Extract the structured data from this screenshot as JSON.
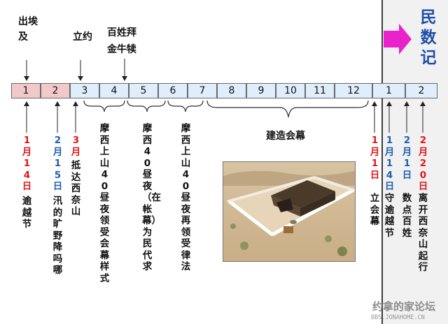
{
  "title": "民数记",
  "timeline": {
    "months": [
      "1",
      "2",
      "3",
      "4",
      "5",
      "6",
      "7",
      "8",
      "9",
      "10",
      "11",
      "12"
    ],
    "next_year_months": [
      "1",
      "2"
    ]
  },
  "top_labels": {
    "exodus": "出埃及",
    "covenant": "立约",
    "golden_calf_line1": "百姓拜",
    "golden_calf_line2": "金牛犊"
  },
  "dates": {
    "passover_date": "1月14日",
    "manna_date": "2月15日",
    "sinai_arrival_date": "3月",
    "tabernacle_setup_date": "1月1日",
    "second_passover_date": "1月14日",
    "census_date": "2月1日",
    "depart_date": "2月20日"
  },
  "events": {
    "passover": "逾越节",
    "manna": "汛的旷野 降吗哪",
    "sinai_arrival": "抵达西奈山",
    "moses_first_40": "摩西上山40昼夜 领受会幕样式",
    "moses_second_40": "摩西40昼夜（在帐幕）为民代求",
    "moses_third_40": "摩西上山40昼夜 再领受律法",
    "build_tabernacle": "建造会幕",
    "tabernacle_setup": "立会幕",
    "second_passover": "守逾越节",
    "census": "数点百姓",
    "depart": "离开西奈山起行"
  },
  "watermark": {
    "text": "约拿的家论坛",
    "url": "BBS.JONAHOME.CN"
  },
  "colors": {
    "cell": "#dfeefa",
    "highlight_cell": "#f2c9cb",
    "red": "#e01818",
    "blue": "#1f5fb0",
    "arrow": "#ea22cc",
    "title": "#1f4fa8"
  }
}
